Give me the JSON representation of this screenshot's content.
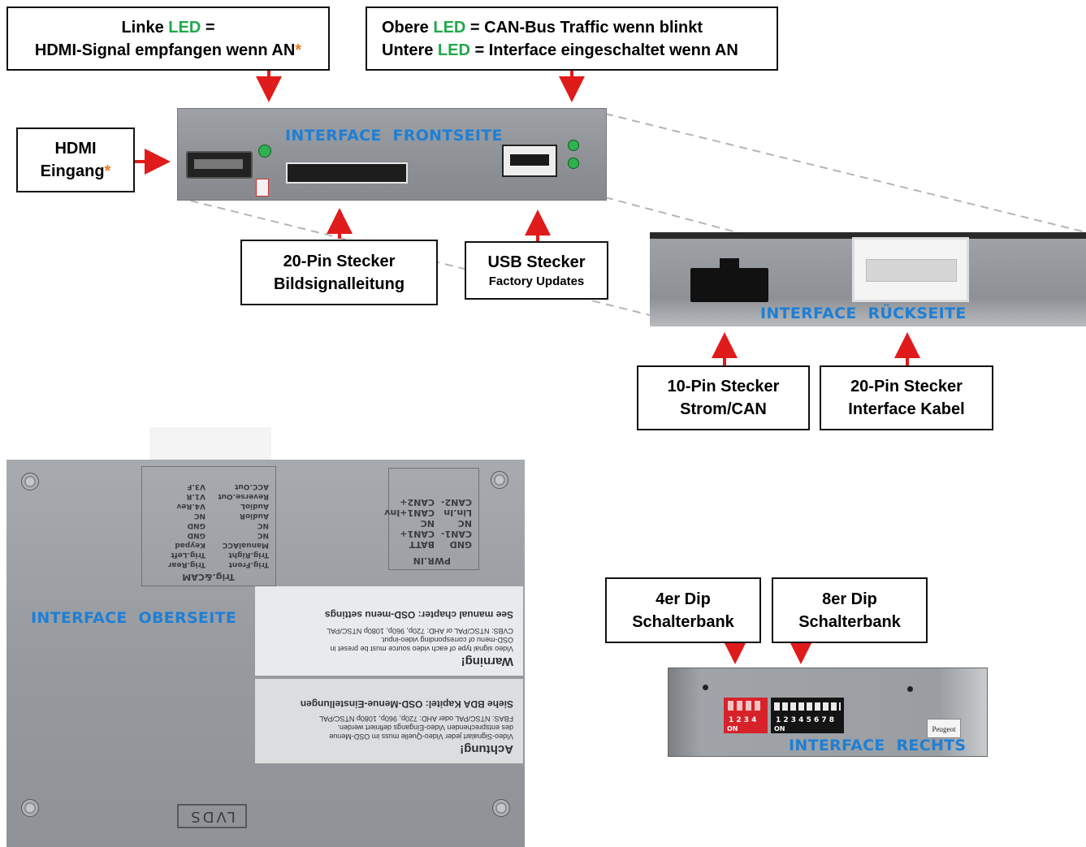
{
  "callouts": {
    "left_led": {
      "line1_a": "Linke ",
      "line1_led": "LED",
      "line1_b": " =",
      "line2": "HDMI-Signal empfangen wenn AN",
      "asterisk": "*"
    },
    "top_leds": {
      "line1_a": "Obere ",
      "line1_led": "LED",
      "line1_b": " = CAN-Bus Traffic wenn blinkt",
      "line2_a": "Untere ",
      "line2_led": "LED",
      "line2_b": " = Interface eingeschaltet wenn AN"
    },
    "hdmi": {
      "line1": "HDMI",
      "line2": "Eingang",
      "asterisk": "*"
    },
    "pin20_bild": {
      "line1": "20-Pin Stecker",
      "line2": "Bildsignalleitung"
    },
    "usb": {
      "line1": "USB Stecker",
      "line2": "Factory Updates"
    },
    "pin10": {
      "line1": "10-Pin Stecker",
      "line2": "Strom/CAN"
    },
    "pin20_iface": {
      "line1": "20-Pin Stecker",
      "line2": "Interface Kabel"
    },
    "dip4": {
      "line1": "4er Dip",
      "line2": "Schalterbank"
    },
    "dip8": {
      "line1": "8er Dip",
      "line2": "Schalterbank"
    }
  },
  "labels": {
    "front": "INTERFACE  FRONTSEITE",
    "back": "INTERFACE  RÜCKSEITE",
    "top": "INTERFACE  OBERSEITE",
    "right": "INTERFACE  RECHTS"
  },
  "device_markings": {
    "pwr_in": "PWR.IN",
    "trig_cam": "Trig.&CAM",
    "lvds": "LVDS",
    "peugeot": "Peugeot",
    "on_small": "ON",
    "dip4_numbers": "1 2 3 4",
    "dip8_numbers": "1 2 3 4 5 6 7 8",
    "pwr_col1": "GND\nCAN1-\nNC\nLin.In\nCAN2-",
    "pwr_col2": "BATT\nCAN1+\nNC\nCAN1+Inv\nCAN2+",
    "cam_col1": "Trig.Front\nTrig.Right\nManualACC\nNC\nNC\nAudioR\nAudioL\nReverse.Out\nACC.Out",
    "cam_col2": "Trig.Rear\nTrig.Left\nKeypad\nGND\nGND\nNC\nV4.Rev\nV1.R\nV3.F",
    "warn_en": {
      "title": "Warning!",
      "body": "Video signal type of each video source must be preset in\nOSD-menu of corresponding video-input.\nCVBS: NTSC/PAL or AHD: 720p, 960p, 1080p NTSC/PAL",
      "footer": "See manual chapter: OSD-menu settings"
    },
    "warn_de": {
      "title": "Achtung!",
      "body": "Video-Signalart jeder Video-Quelle muss im OSD-Menue\ndes entsprechenden Video-Eingangs definiert werden.\nFBAS: NTSC/PAL oder AHD: 720p, 960p, 1080p NTSC/PAL",
      "footer": "Siehe BDA Kapitel: OSD-Menue-Einstellungen"
    }
  },
  "colors": {
    "label_blue": "#1e7fd6",
    "led_green": "#1fa84a",
    "asterisk_orange": "#e87d1e",
    "arrow_red": "#e01b1b",
    "dip_red": "#d8222a"
  }
}
